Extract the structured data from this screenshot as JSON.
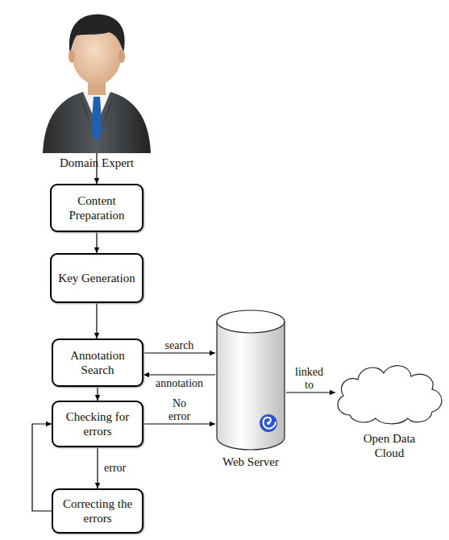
{
  "diagram": {
    "nodes": [
      {
        "text": [
          "Domain Expert"
        ]
      },
      {
        "text": [
          "Content Preparation"
        ]
      },
      {
        "text": [
          "Key Generation"
        ]
      },
      {
        "text": [
          "Annotation Search"
        ]
      },
      {
        "text": [
          "Checking for errors"
        ]
      },
      {
        "text": [
          "Correcting the errors"
        ]
      },
      {
        "text": [
          "Web Server"
        ]
      },
      {
        "text": [
          "Open Data Cloud"
        ]
      }
    ],
    "edges": [
      {
        "from": 0,
        "to": 1,
        "arrow": "to"
      },
      {
        "from": 1,
        "to": 2,
        "arrow": "to"
      },
      {
        "from": 2,
        "to": 3,
        "arrow": "to"
      },
      {
        "from": 3,
        "to": 6,
        "label": "search",
        "arrow": "to"
      },
      {
        "from": 6,
        "to": 3,
        "label": "annotation",
        "arrow": "to"
      },
      {
        "from": 3,
        "to": 4,
        "arrow": "to"
      },
      {
        "from": 4,
        "to": 6,
        "label": "No error",
        "arrow": "to"
      },
      {
        "from": 4,
        "to": 5,
        "label": "error",
        "arrow": "to"
      },
      {
        "from": 5,
        "to": 4,
        "arrow": "to"
      },
      {
        "from": 6,
        "to": 7,
        "label": "linked to",
        "arrow": "to"
      }
    ]
  }
}
